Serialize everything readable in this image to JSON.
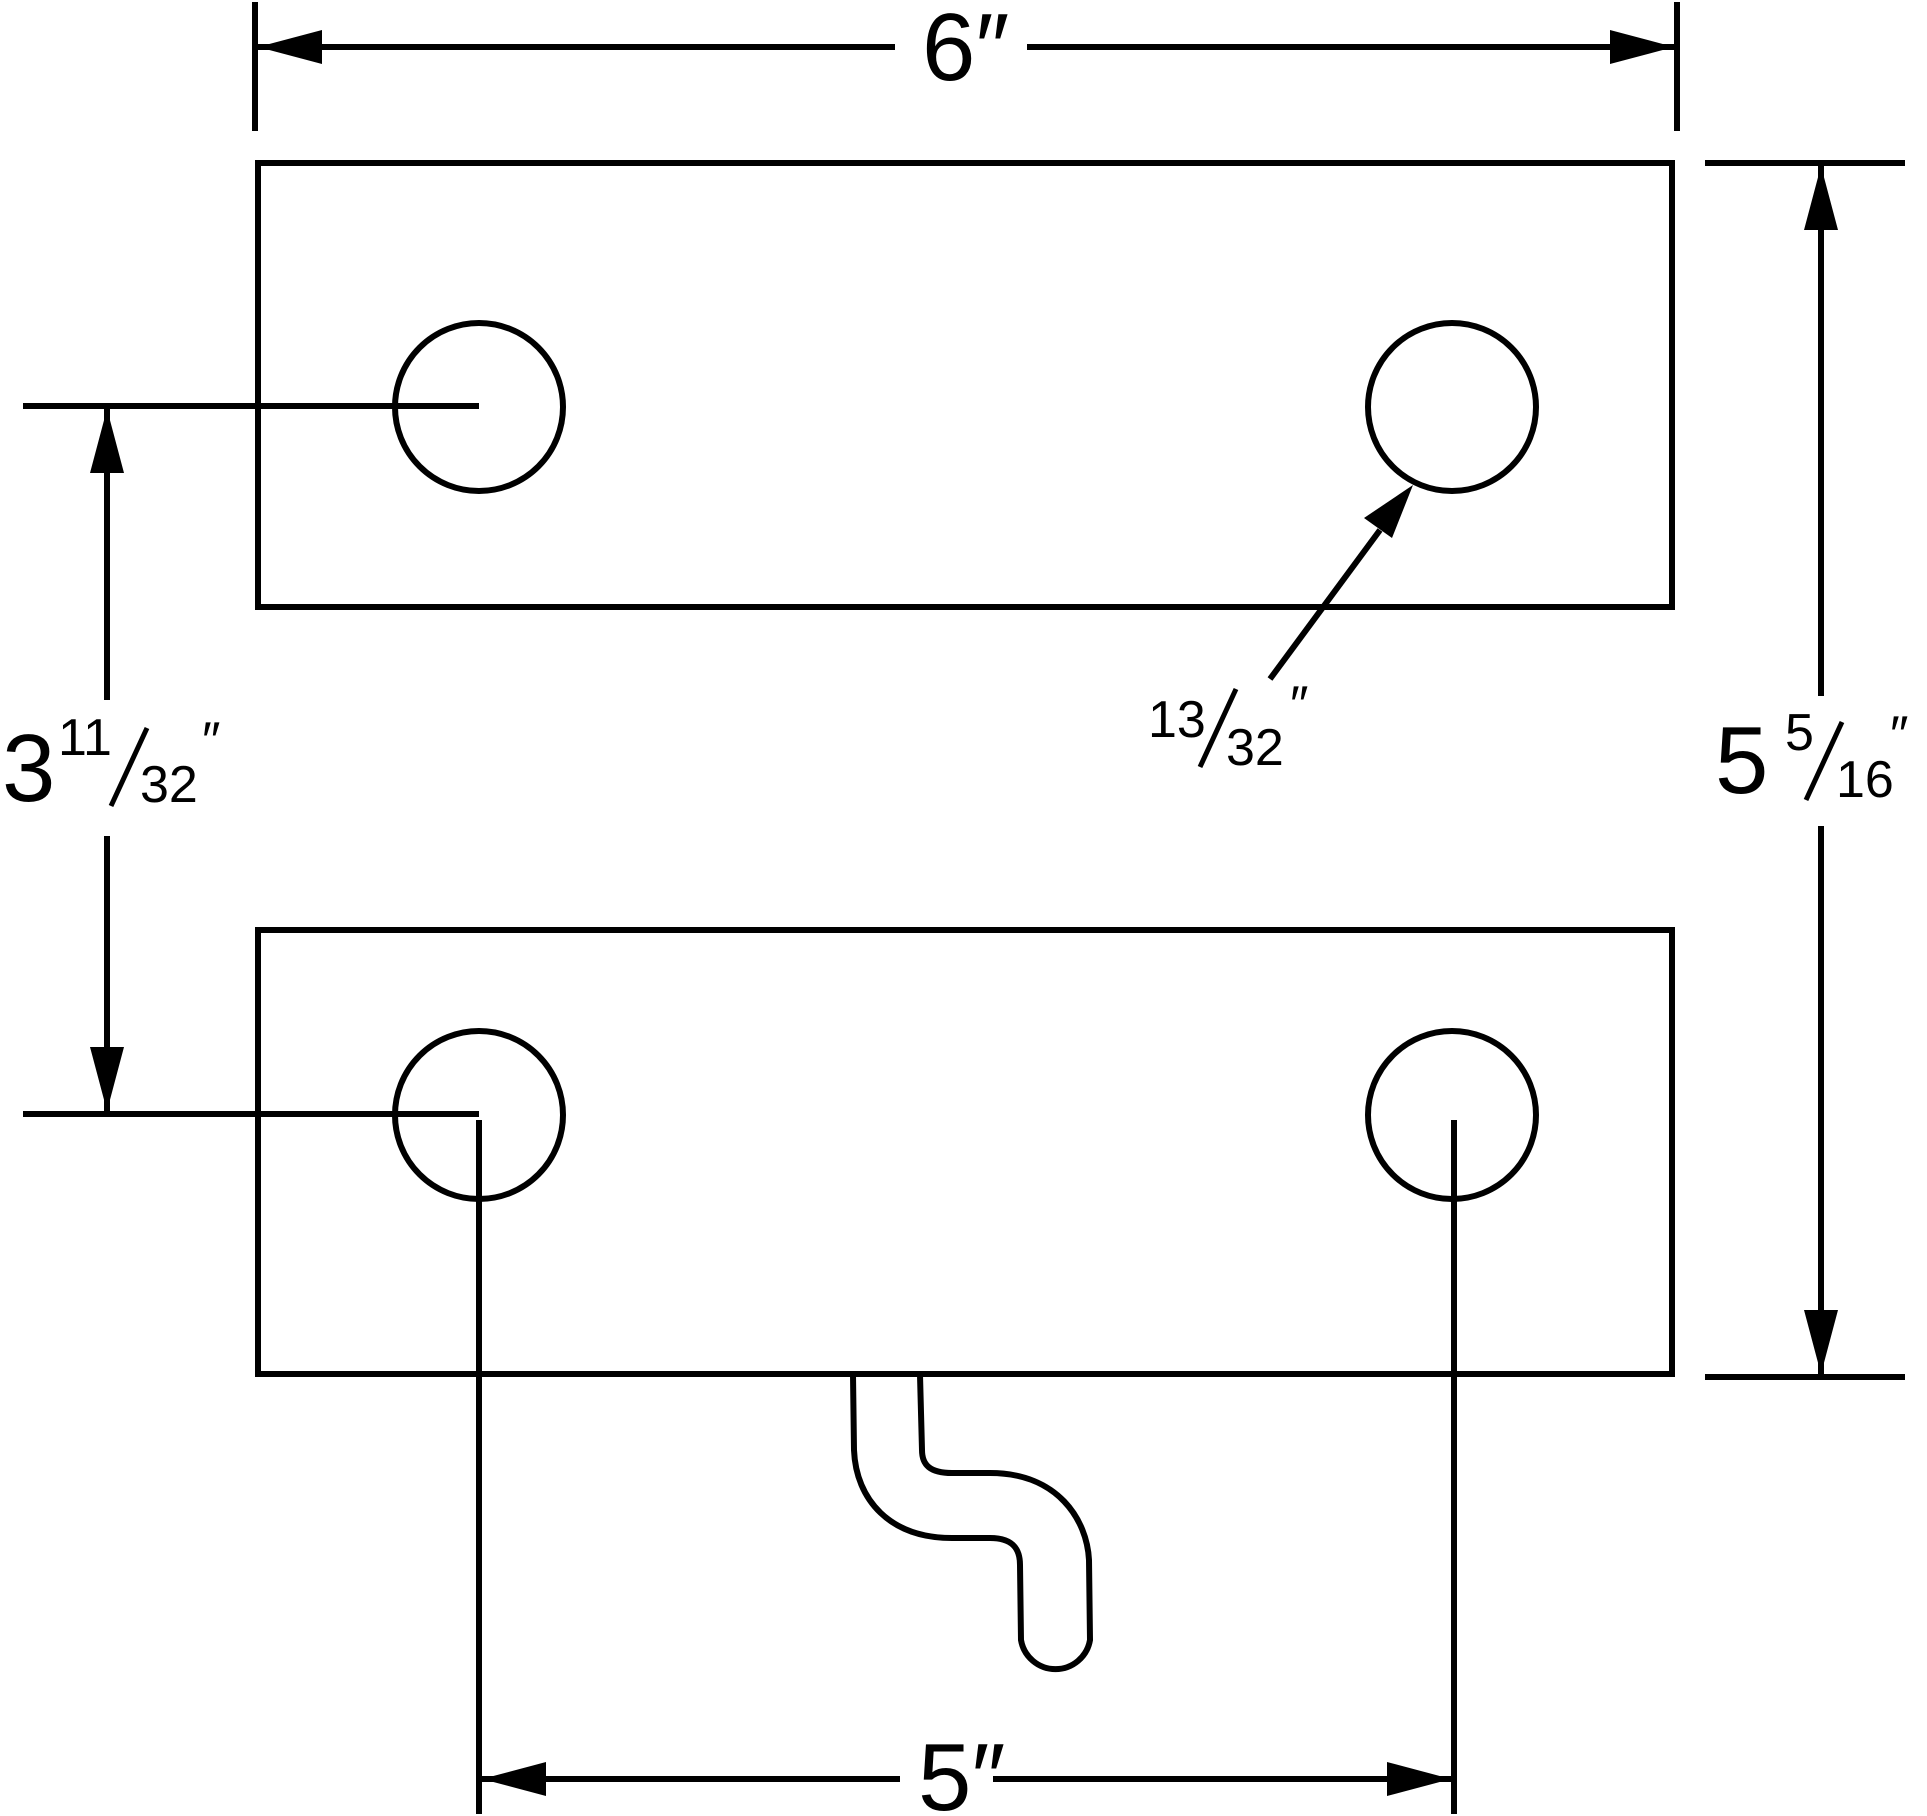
{
  "dimensions": {
    "overall_width": {
      "whole": "6",
      "num": "",
      "den": "",
      "unit": "″"
    },
    "hole_spacing": {
      "whole": "5",
      "num": "",
      "den": "",
      "unit": "″"
    },
    "overall_height": {
      "whole": "5",
      "num": "5",
      "den": "16",
      "unit": "″"
    },
    "hole_vertical_spacing": {
      "whole": "3",
      "num": "11",
      "den": "32",
      "unit": "″"
    },
    "hole_diameter": {
      "whole": "",
      "num": "13",
      "den": "32",
      "unit": "″"
    }
  },
  "colors": {
    "line": "#000000",
    "background": "#ffffff"
  }
}
